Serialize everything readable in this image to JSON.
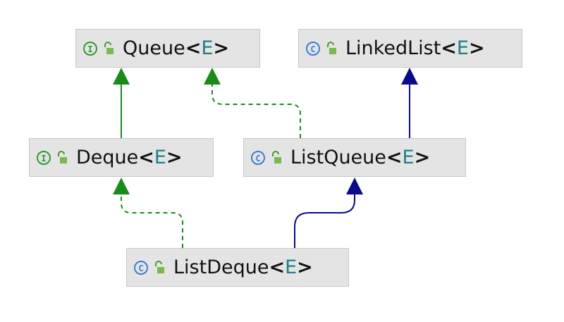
{
  "colors": {
    "interface_icon": "#2e9b2e",
    "class_icon": "#3c7ed6",
    "extends_interface_edge": "#1a8a1a",
    "implements_edge": "#1a8a1a",
    "extends_class_edge": "#0a0a8c",
    "type_param": "#1e7f8c",
    "node_bg": "#e4e4e4"
  },
  "nodes": [
    {
      "id": "queue",
      "kind": "interface",
      "icon": "I",
      "name": "Queue",
      "lt": "<",
      "type_param": "E",
      "gt": ">"
    },
    {
      "id": "linkedlist",
      "kind": "class",
      "icon": "C",
      "name": "LinkedList",
      "lt": "<",
      "type_param": "E",
      "gt": ">"
    },
    {
      "id": "deque",
      "kind": "interface",
      "icon": "I",
      "name": "Deque",
      "lt": "<",
      "type_param": "E",
      "gt": ">"
    },
    {
      "id": "listqueue",
      "kind": "class",
      "icon": "C",
      "name": "ListQueue",
      "lt": "<",
      "type_param": "E",
      "gt": ">"
    },
    {
      "id": "listdeque",
      "kind": "class",
      "icon": "C",
      "name": "ListDeque",
      "lt": "<",
      "type_param": "E",
      "gt": ">"
    }
  ],
  "edges": [
    {
      "from": "deque",
      "to": "queue",
      "style": "solid",
      "color": "green"
    },
    {
      "from": "listqueue",
      "to": "queue",
      "style": "dashed",
      "color": "green"
    },
    {
      "from": "listqueue",
      "to": "linkedlist",
      "style": "solid",
      "color": "navy"
    },
    {
      "from": "listdeque",
      "to": "deque",
      "style": "dashed",
      "color": "green"
    },
    {
      "from": "listdeque",
      "to": "listqueue",
      "style": "solid",
      "color": "navy"
    }
  ]
}
